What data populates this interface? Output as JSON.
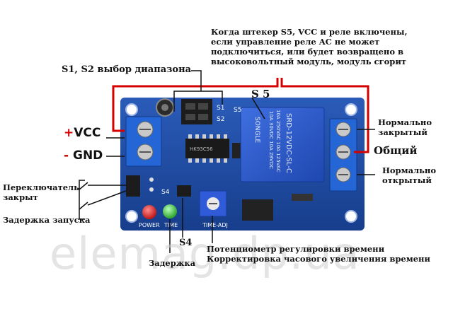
{
  "annotations": {
    "range_select": "S1, S2 выбор диапазона",
    "warning": [
      "Когда штекер S5, VCC и реле включены,",
      "если управление реле AC не может",
      "подключиться, или будет возвращено в",
      "высоковольтный модуль, модуль сгорит"
    ],
    "s5": "S 5",
    "vcc_plus": "+",
    "vcc": "VCC",
    "gnd_minus": "-",
    "gnd": "GND",
    "nc": [
      "Нормально",
      "закрытый"
    ],
    "common": "Общий",
    "no": [
      "Нормально",
      "открытый"
    ],
    "switch_closed": [
      "Переключатель",
      "закрыт"
    ],
    "start_delay": "Задержка запуска",
    "s4": "S4",
    "delay": "Задержка",
    "potentiometer": "Потенциометр регулировки времени",
    "clock_correction": "Корректировка часового увеличения времени"
  },
  "board": {
    "s1": "S1",
    "s2": "S2",
    "s5": "S5",
    "s4": "S4",
    "power": "POWER",
    "time": "TIME",
    "time_adj": "TIME-ADJ",
    "relay_lines": [
      "SRD-12VDC-SL-C",
      "10A 250VAC  10A 125VAC",
      "10A 30VDC  10A 28VDC"
    ],
    "relay_brand": "SONGLE",
    "chip": "HK93C56"
  },
  "watermark": "elemag.dp.ua",
  "colors": {
    "pcb": "#1d4fa8",
    "relay": "#2a55c9",
    "terminal": "#2466d6",
    "wire": "#d40000",
    "led_red": "#d61a1a",
    "led_green": "#2fc02f"
  }
}
